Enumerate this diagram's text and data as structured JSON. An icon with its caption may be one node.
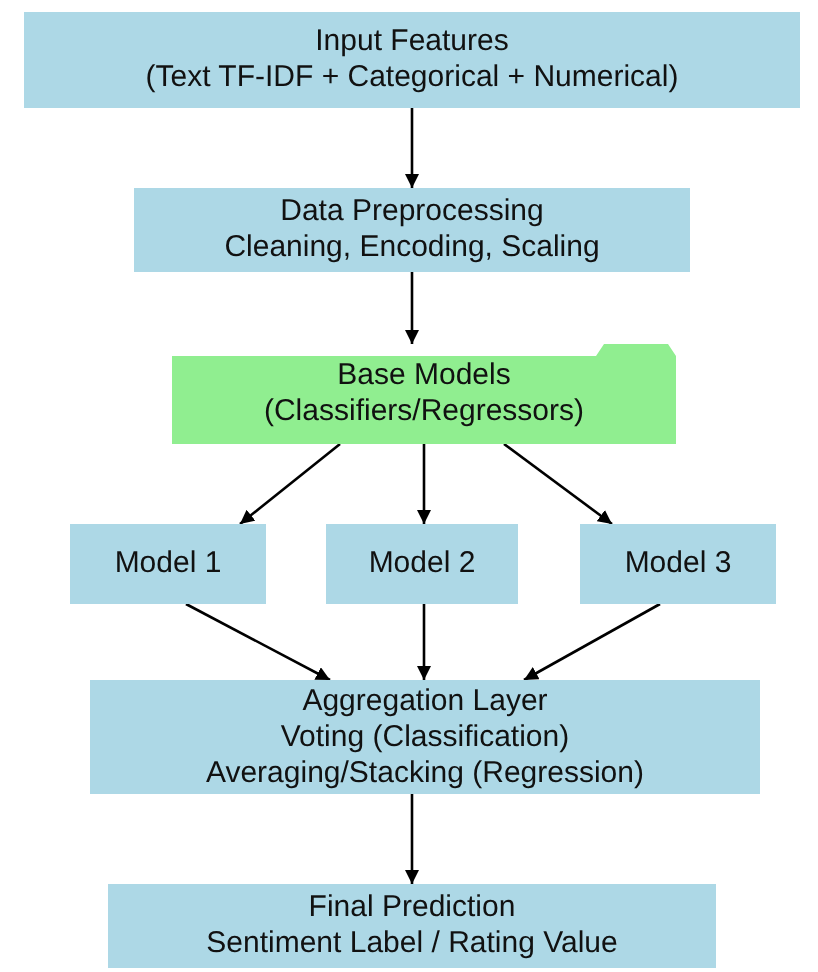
{
  "diagram": {
    "nodes": [
      {
        "text": [
          "Input Features",
          "(Text TF-IDF + Categorical + Numerical)"
        ]
      },
      {
        "text": [
          "Data Preprocessing",
          "Cleaning, Encoding, Scaling"
        ]
      },
      {
        "text": [
          "Base Models",
          "(Classifiers/Regressors)"
        ]
      },
      {
        "text": [
          "Model 1"
        ]
      },
      {
        "text": [
          "Model 2"
        ]
      },
      {
        "text": [
          "Model 3"
        ]
      },
      {
        "text": [
          "Aggregation Layer",
          "Voting (Classification)",
          "Averaging/Stacking (Regression)"
        ]
      },
      {
        "text": [
          "Final Prediction",
          "Sentiment Label / Rating Value"
        ]
      }
    ],
    "edges": [
      {
        "from": 0,
        "to": 1,
        "arrow": "to"
      },
      {
        "from": 1,
        "to": 2,
        "arrow": "to"
      },
      {
        "from": 2,
        "to": 3,
        "arrow": "to"
      },
      {
        "from": 2,
        "to": 4,
        "arrow": "to"
      },
      {
        "from": 2,
        "to": 5,
        "arrow": "to"
      },
      {
        "from": 3,
        "to": 6,
        "arrow": "to"
      },
      {
        "from": 4,
        "to": 6,
        "arrow": "to"
      },
      {
        "from": 5,
        "to": 6,
        "arrow": "to"
      },
      {
        "from": 6,
        "to": 7,
        "arrow": "to"
      }
    ]
  }
}
